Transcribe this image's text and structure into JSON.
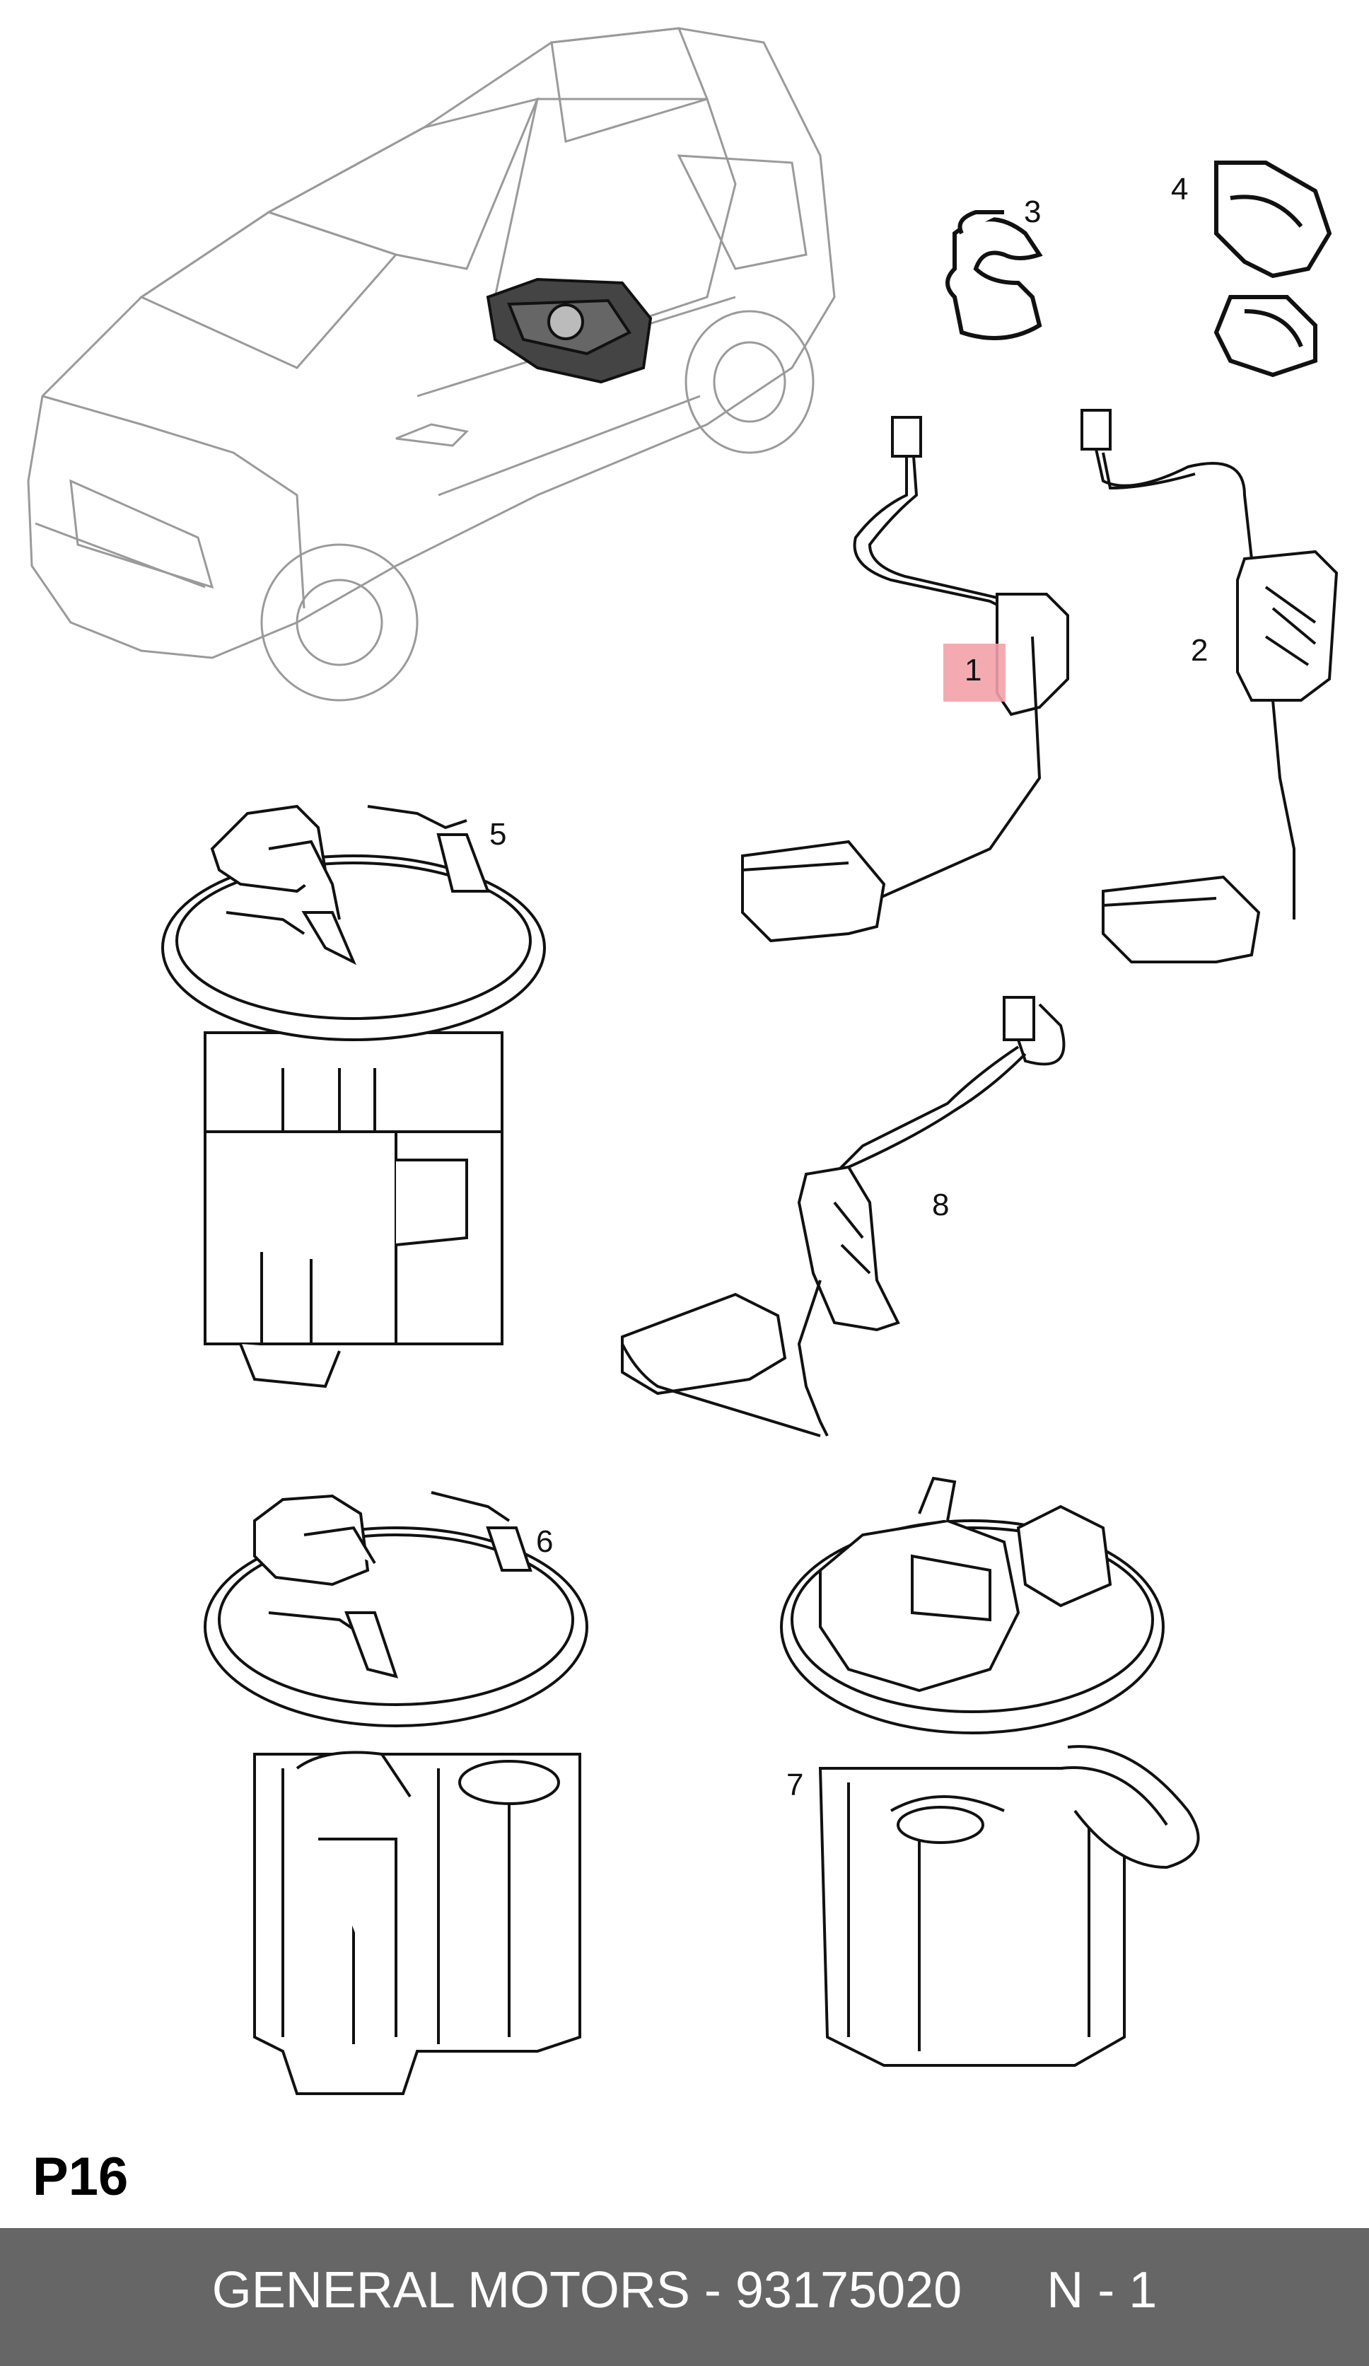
{
  "callouts": [
    {
      "id": "1",
      "label": "1",
      "highlighted": true
    },
    {
      "id": "2",
      "label": "2",
      "highlighted": false
    },
    {
      "id": "3",
      "label": "3",
      "highlighted": false
    },
    {
      "id": "4",
      "label": "4",
      "highlighted": false
    },
    {
      "id": "5",
      "label": "5",
      "highlighted": false
    },
    {
      "id": "6",
      "label": "6",
      "highlighted": false
    },
    {
      "id": "7",
      "label": "7",
      "highlighted": false
    },
    {
      "id": "8",
      "label": "8",
      "highlighted": false
    }
  ],
  "page_code": "P16",
  "footer": {
    "brand": "GENERAL MOTORS",
    "separator": "-",
    "part_number": "93175020",
    "note": "N - 1"
  },
  "colors": {
    "highlight": "#f2a2a8",
    "footer_bg": "#666666",
    "footer_text": "#ffffff",
    "line": "#222222",
    "car_line": "#9a9a9a"
  }
}
